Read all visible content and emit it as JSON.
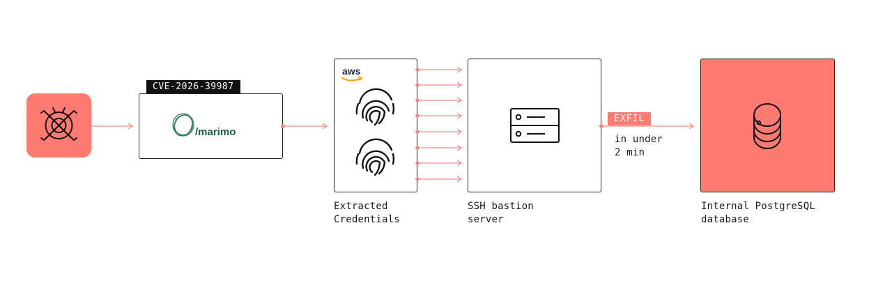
{
  "attacker": {
    "icon": "attacker-mask-icon"
  },
  "marimo": {
    "badge": "CVE-2026-39987",
    "logo_text": "/marimo",
    "icon": "marimo-logo-icon"
  },
  "credentials": {
    "provider_text": "aws",
    "icons": [
      "fingerprint-icon",
      "fingerprint-icon"
    ],
    "label": "Extracted\nCredentials"
  },
  "bastion": {
    "icon": "server-icon",
    "label": "SSH bastion\nserver"
  },
  "exfil": {
    "badge": "EXFIL",
    "note": "in under\n2 min"
  },
  "database": {
    "icon": "database-icon",
    "label": "Internal PostgreSQL\ndatabase"
  },
  "colors": {
    "accent": "#ff7b72",
    "line": "#f08a84",
    "ink": "#1a1a1a",
    "marimo_green": "#1d5c44"
  }
}
